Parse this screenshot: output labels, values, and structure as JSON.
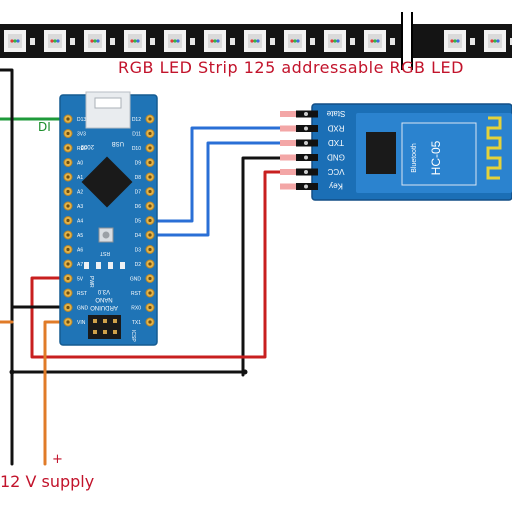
{
  "strip": {
    "title": "RGB LED Strip 125 addressable RGB LED",
    "pin_label": "DI"
  },
  "arduino": {
    "usb_label": "USB",
    "model_label": "ARDUINO",
    "sub_label": "NANO",
    "version_label": "V3.0",
    "year_label": "2009",
    "rst_label": "RST",
    "icsp_label": "ICSP",
    "pwr_label": "PWR",
    "left_pins": [
      "D12",
      "D11",
      "D10",
      "D9",
      "D8",
      "D7",
      "D6",
      "D5",
      "D4",
      "D3",
      "D2",
      "GND",
      "RST",
      "RX0",
      "TX1"
    ],
    "right_pins": [
      "D13",
      "3V3",
      "REF",
      "A0",
      "A1",
      "A2",
      "A3",
      "A4",
      "A5",
      "A6",
      "A7",
      "5V",
      "RST",
      "GND",
      "VIN"
    ]
  },
  "bluetooth": {
    "pins": [
      "State",
      "RXD",
      "TXD",
      "GND",
      "VCC",
      "Key"
    ],
    "model": "HC-05",
    "brand": "Bluetooth"
  },
  "supply": {
    "label": "12 V supply",
    "plus": "+"
  },
  "colors": {
    "board": "#1f74b6",
    "bt_board": "#1b6fb6",
    "wire_red": "#c81f1f",
    "wire_black": "#111111",
    "wire_orange": "#e07b28",
    "wire_blue": "#2a6fd6",
    "wire_green": "#1e9a3a",
    "label_red": "#c2132b"
  }
}
